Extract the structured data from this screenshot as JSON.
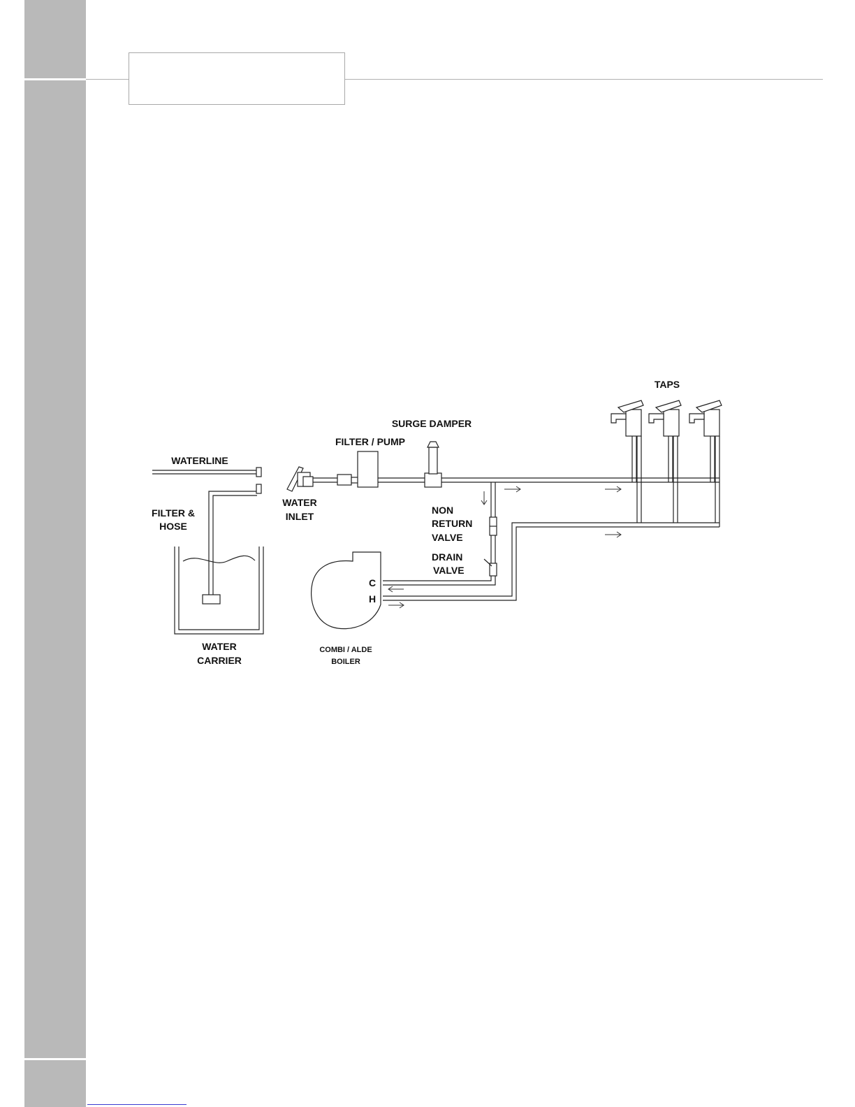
{
  "labels": {
    "taps": "TAPS",
    "surge_damper": "SURGE DAMPER",
    "filter_pump": "FILTER / PUMP",
    "waterline": "WATERLINE",
    "filter_hose_1": "FILTER &",
    "filter_hose_2": "HOSE",
    "water_inlet_1": "WATER",
    "water_inlet_2": "INLET",
    "non_return_1": "NON",
    "non_return_2": "RETURN",
    "non_return_3": "VALVE",
    "drain_valve_1": "DRAIN",
    "drain_valve_2": "VALVE",
    "cold_port": "C",
    "hot_port": "H",
    "water_carrier_1": "WATER",
    "water_carrier_2": "CARRIER",
    "boiler_1": "COMBI / ALDE",
    "boiler_2": "BOILER"
  },
  "colors": {
    "sidebar": "#b9b9b9",
    "rule": "#b0b0b0",
    "link": "#3a3ad0"
  }
}
